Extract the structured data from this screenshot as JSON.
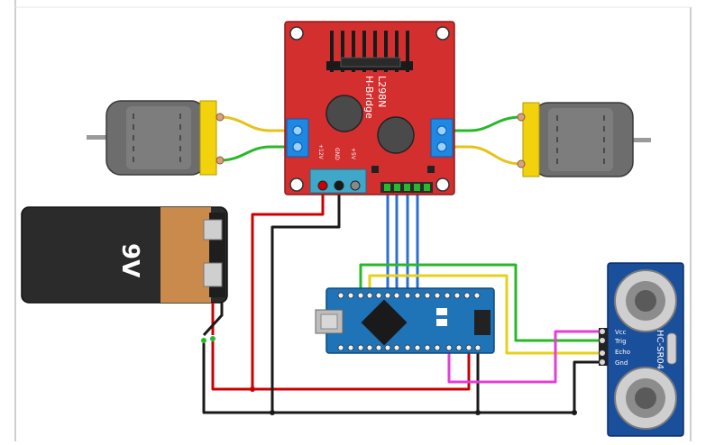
{
  "diagram": {
    "kind": "fritzing-breadboard-wiring",
    "background": "#ffffff",
    "frame_color": "#cfcfcf",
    "driver_board": {
      "title_line1": "L298N",
      "title_line2": "H-Bridge",
      "pin_12v": "+12V",
      "pin_gnd": "GND",
      "pin_5v": "+5V",
      "color": "#d32f2f",
      "terminal_color": "#1e88e5"
    },
    "battery": {
      "label": "9V",
      "body_color": "#2b2b2b",
      "band_color": "#c98a4b"
    },
    "arduino": {
      "color": "#1f73b7"
    },
    "sensor": {
      "label": "HC-SR04",
      "pins": [
        "Vcc",
        "Trig",
        "Echo",
        "Gnd"
      ],
      "color": "#1a4f9c"
    },
    "motors": [
      {
        "name": "left-motor"
      },
      {
        "name": "right-motor"
      }
    ],
    "wire_colors": {
      "red": "#cc0000",
      "black": "#1a1a1a",
      "blue": "#2d6fd1",
      "green": "#2ab82a",
      "yellow": "#e6d21a",
      "magenta": "#e33fd6"
    }
  }
}
